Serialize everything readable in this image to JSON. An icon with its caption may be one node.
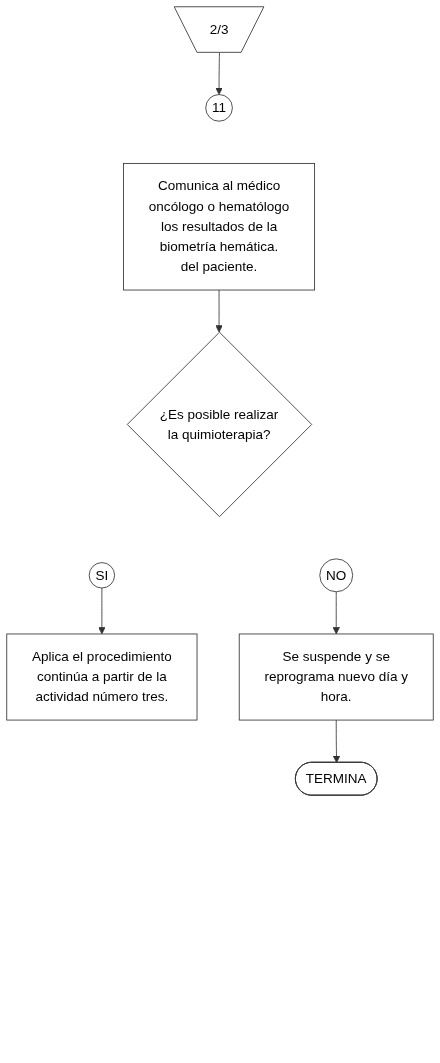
{
  "diagram": {
    "nodes": [
      {
        "text": [
          "2/3"
        ]
      },
      {
        "text": [
          "11"
        ]
      },
      {
        "text": [
          "Comunica al médico oncólogo o hematólogo los resultados de  la biometría hemática. del paciente."
        ]
      },
      {
        "text": [
          "¿Es posible realizar la quimioterapia?"
        ]
      },
      {
        "text": [
          "SI"
        ]
      },
      {
        "text": [
          "NO"
        ]
      },
      {
        "text": [
          "Aplica el procedimiento continúa a partir de la actividad número tres."
        ]
      },
      {
        "text": [
          "Se suspende y se reprograma nuevo día y hora."
        ]
      },
      {
        "text": [
          "TERMINA"
        ]
      }
    ],
    "edges": [
      {
        "from": 0,
        "to": 1,
        "arrow": "to"
      },
      {
        "from": 2,
        "to": 3,
        "arrow": "to"
      },
      {
        "from": 4,
        "to": 6,
        "arrow": "to"
      },
      {
        "from": 5,
        "to": 7,
        "arrow": "to"
      },
      {
        "from": 7,
        "to": 8,
        "arrow": "to"
      }
    ]
  }
}
